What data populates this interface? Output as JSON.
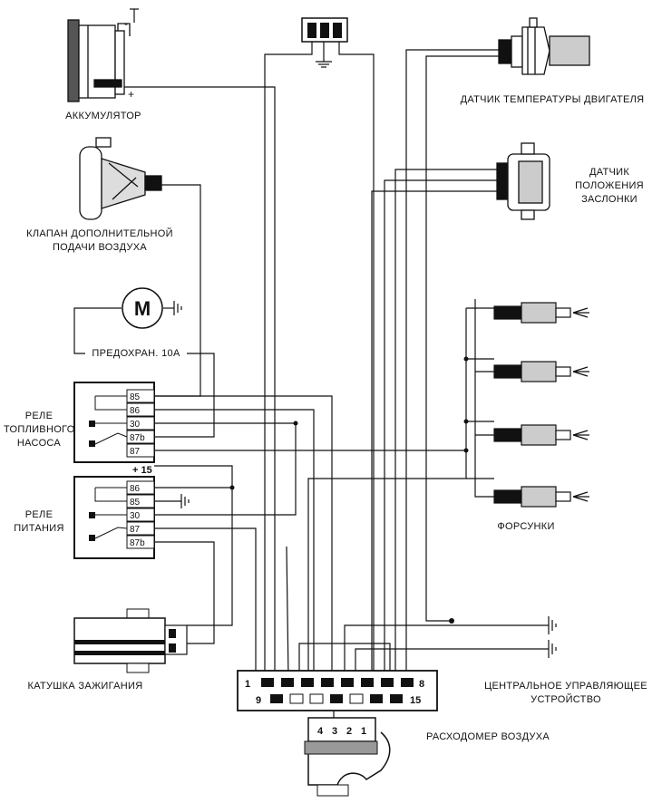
{
  "labels": {
    "battery": "АККУМУЛЯТОР",
    "air_valve_1": "КЛАПАН ДОПОЛНИТЕЛЬНОЙ",
    "air_valve_2": "ПОДАЧИ ВОЗДУХА",
    "fuse": "ПРЕДОХРАН. 10А",
    "motor": "M",
    "fuel_relay_1": "РЕЛЕ",
    "fuel_relay_2": "ТОПЛИВНОГО",
    "fuel_relay_3": "НАСОСА",
    "power_relay_1": "РЕЛЕ",
    "power_relay_2": "ПИТАНИЯ",
    "ignition_coil": "КАТУШКА ЗАЖИГАНИЯ",
    "temp_sensor": "ДАТЧИК ТЕМПЕРАТУРЫ ДВИГАТЕЛЯ",
    "throttle_1": "ДАТЧИК",
    "throttle_2": "ПОЛОЖЕНИЯ",
    "throttle_3": "ЗАСЛОНКИ",
    "injectors": "ФОРСУНКИ",
    "ecu_1": "ЦЕНТРАЛЬНОЕ УПРАВЛЯЮЩЕЕ",
    "ecu_2": "УСТРОЙСТВО",
    "airflow": "РАСХОДОМЕР ВОЗДУХА",
    "plus_15": "+ 15",
    "battery_plus": "+",
    "battery_minus": "-"
  },
  "fuel_relay_pins": [
    "85",
    "86",
    "30",
    "87b",
    "87"
  ],
  "power_relay_pins": [
    "86",
    "85",
    "30",
    "87",
    "87b"
  ],
  "ecu_pins": {
    "top_first": "1",
    "top_last": "8",
    "bottom_first": "9",
    "bottom_last": "15"
  },
  "airflow_pins": [
    "4",
    "3",
    "2",
    "1"
  ]
}
